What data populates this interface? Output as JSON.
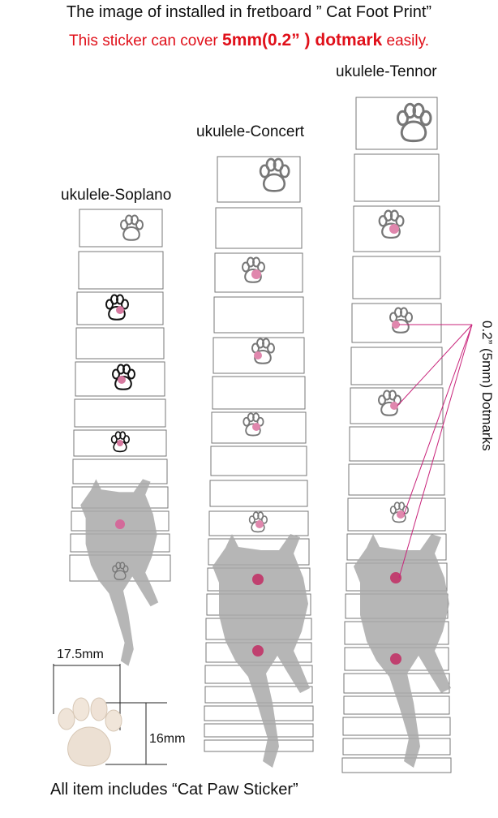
{
  "header": {
    "title": "The image of installed in fretboard ”  Cat Foot Print”",
    "subtitle_prefix": "This sticker can cover ",
    "subtitle_bold": "5mm(0.2”  ) dotmark",
    "subtitle_suffix": " easily."
  },
  "necks": {
    "soprano_label": "ukulele-Soplano",
    "concert_label": "ukulele-Concert",
    "tenor_label": "ukulele-Tennor"
  },
  "callout": {
    "dotmark_note": "0.2”  (5mm) Dotmarks"
  },
  "sticker": {
    "width_label": "17.5mm",
    "height_label": "16mm"
  },
  "footer": {
    "caption": "All item includes “Cat Paw Sticker”"
  },
  "colors": {
    "title_red": "#e0101a",
    "dotmark_pink": "#c0406f",
    "cat_gray": "#a9a9a9",
    "callout_line": "#c8237a"
  }
}
